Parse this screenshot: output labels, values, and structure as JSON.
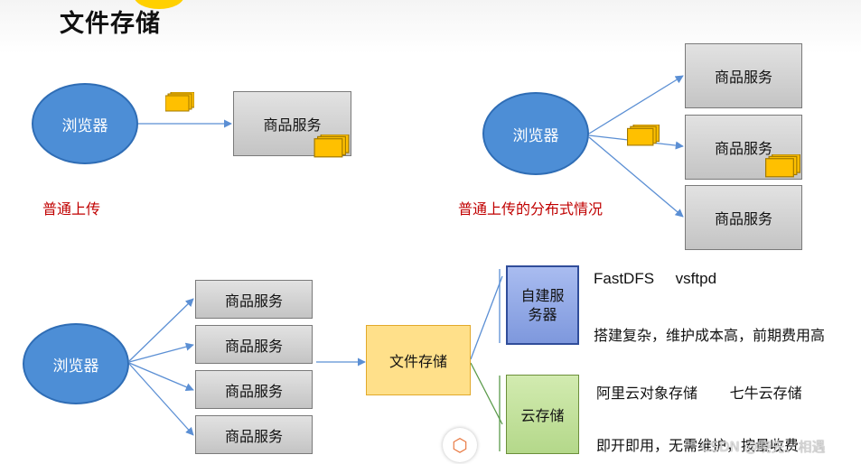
{
  "title": "文件存储",
  "top_left": {
    "browser": "浏览器",
    "service": "商品服务",
    "caption": "普通上传"
  },
  "top_right": {
    "browser": "浏览器",
    "services": [
      "商品服务",
      "商品服务",
      "商品服务"
    ],
    "caption": "普通上传的分布式情况"
  },
  "bottom": {
    "browser": "浏览器",
    "services": [
      "商品服务",
      "商品服务",
      "商品服务",
      "商品服务"
    ],
    "file_storage": "文件存储",
    "self_built": "自建服务器",
    "cloud": "云存储",
    "self_options": "FastDFS     vsftpd",
    "self_drawback": "搭建复杂，维护成本高，前期费用高",
    "cloud_options": "阿里云对象存储       七牛云存储",
    "cloud_benefit": "即开即用，无需维护，按量收费"
  },
  "watermark": "CSDN @晓先、相遇",
  "colors": {
    "browser_fill": "#4d8ed6",
    "service_fill": "#cfcfcf",
    "caption_red": "#c00000",
    "storage_fill": "#ffe08a",
    "self_fill": "#8aa2e2",
    "cloud_fill": "#c3e19c",
    "arrow": "#5b8fd4",
    "folder": "#ffc000"
  },
  "icons": [
    "folder-stack-icon",
    "arrow-icon",
    "csdn-logo-icon"
  ]
}
